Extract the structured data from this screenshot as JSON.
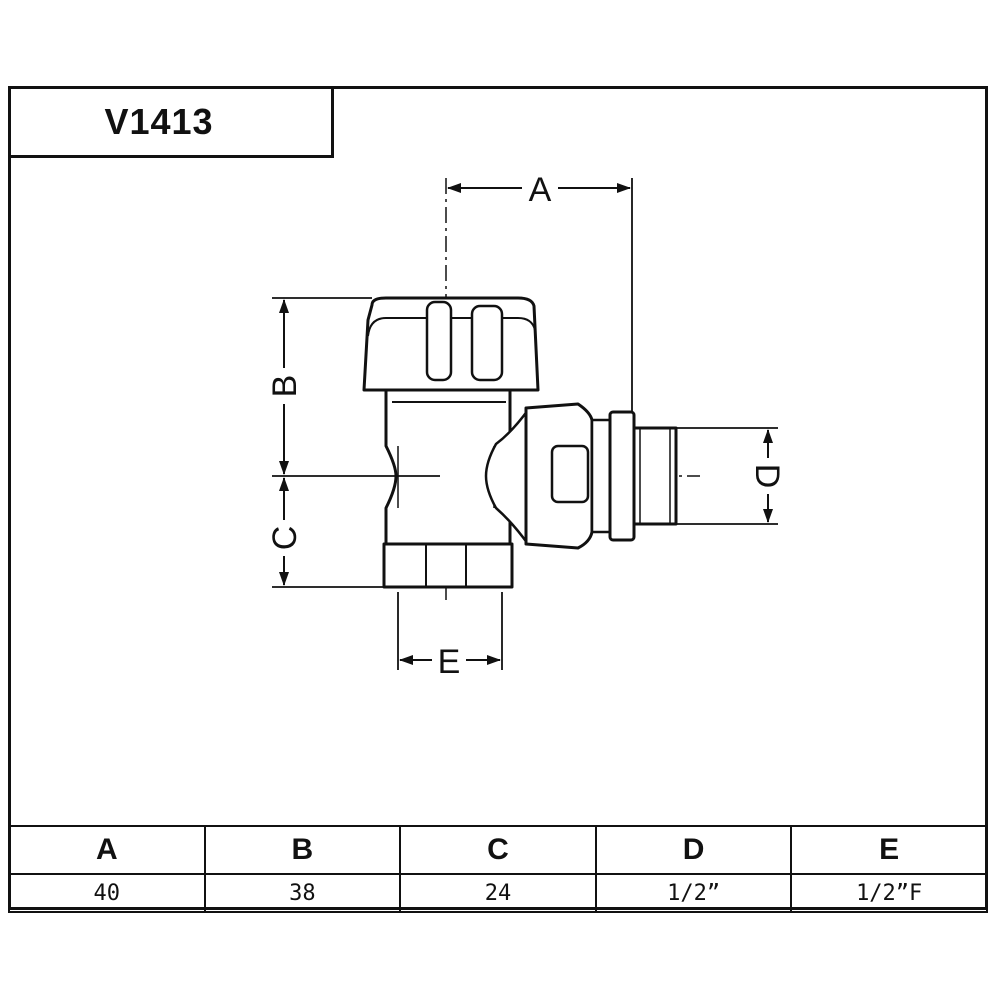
{
  "title": "V1413",
  "dimension_labels": {
    "A": "A",
    "B": "B",
    "C": "C",
    "D": "D",
    "E": "E"
  },
  "table": {
    "headers": [
      "A",
      "B",
      "C",
      "D",
      "E"
    ],
    "values": [
      "40",
      "38",
      "24",
      "1/2”",
      "1/2”F"
    ]
  },
  "colors": {
    "line": "#111111",
    "background": "#ffffff"
  }
}
